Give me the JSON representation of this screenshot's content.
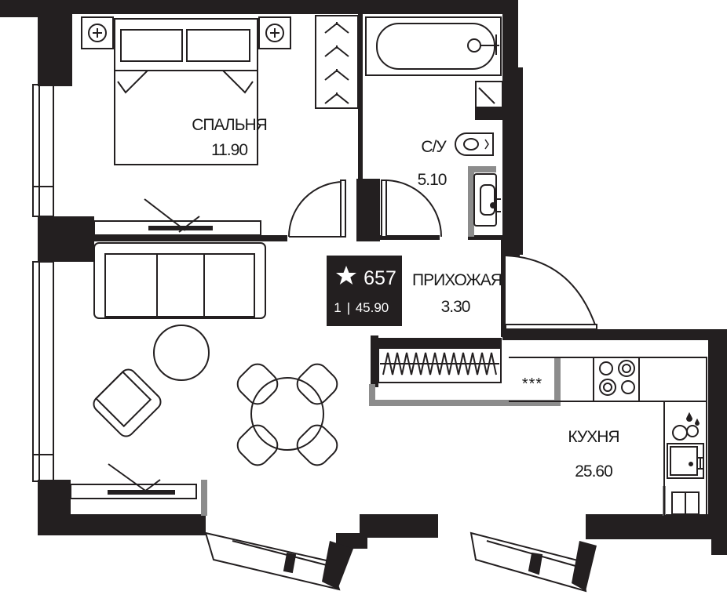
{
  "rooms": {
    "bedroom": {
      "name": "СПАЛЬНЯ",
      "area": "11.90"
    },
    "bathroom": {
      "name": "С/У",
      "area": "5.10"
    },
    "hall": {
      "name": "ПРИХОЖАЯ",
      "area": "3.30"
    },
    "kitchen": {
      "name": "КУХНЯ",
      "area": "25.60"
    }
  },
  "badge": {
    "number": "657",
    "rooms": "1",
    "separator": "|",
    "total_area": "45.90",
    "icon": "star-icon"
  },
  "fixtures": {
    "cabinet_mark": "***"
  },
  "colors": {
    "wall": "#231f20",
    "gray": "#8c8c8c",
    "badge_bg": "#231f20",
    "badge_text": "#ffffff"
  }
}
